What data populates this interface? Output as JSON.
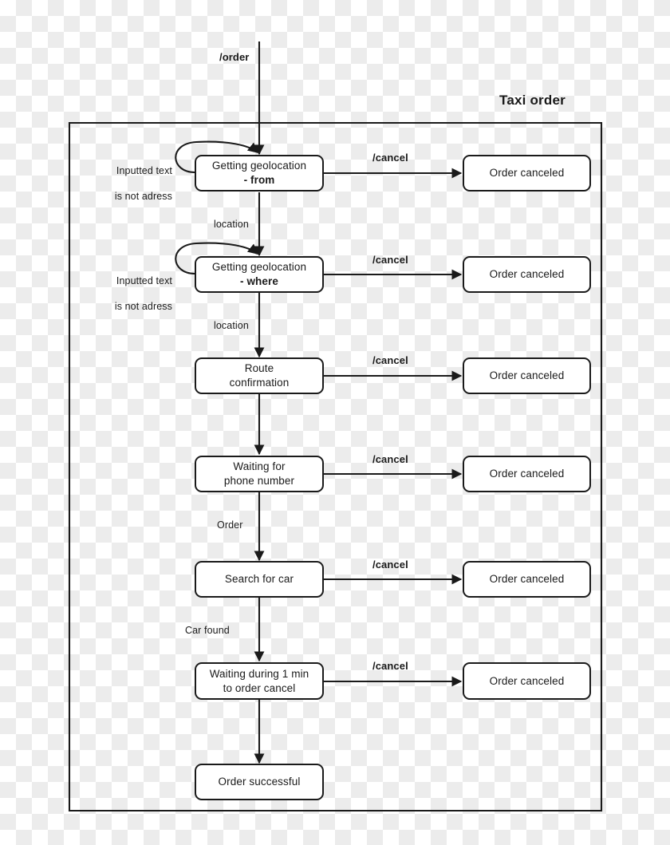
{
  "diagram": {
    "title": "Taxi order",
    "entry_label": "/order",
    "states": [
      {
        "id": "geo-from",
        "line1": "Getting geolocation",
        "line2": "- from"
      },
      {
        "id": "geo-where",
        "line1": "Getting geolocation",
        "line2": "- where"
      },
      {
        "id": "route-confirm",
        "line1": "Route",
        "line2": "confirmation"
      },
      {
        "id": "wait-phone",
        "line1": "Waiting for",
        "line2": "phone number"
      },
      {
        "id": "search-car",
        "line1": "Search for car",
        "line2": ""
      },
      {
        "id": "wait-1min",
        "line1": "Waiting during 1 min",
        "line2": "to order cancel"
      },
      {
        "id": "order-success",
        "line1": "Order successful",
        "line2": ""
      }
    ],
    "cancel_states": [
      {
        "id": "order-canceled-1",
        "text": "Order canceled"
      },
      {
        "id": "order-canceled-2",
        "text": "Order canceled"
      },
      {
        "id": "order-canceled-3",
        "text": "Order canceled"
      },
      {
        "id": "order-canceled-4",
        "text": "Order canceled"
      },
      {
        "id": "order-canceled-5",
        "text": "Order canceled"
      },
      {
        "id": "order-canceled-6",
        "text": "Order canceled"
      }
    ],
    "cancel_labels": [
      {
        "id": "cancel-1",
        "text": "/cancel"
      },
      {
        "id": "cancel-2",
        "text": "/cancel"
      },
      {
        "id": "cancel-3",
        "text": "/cancel"
      },
      {
        "id": "cancel-4",
        "text": "/cancel"
      },
      {
        "id": "cancel-5",
        "text": "/cancel"
      },
      {
        "id": "cancel-6",
        "text": "/cancel"
      }
    ],
    "self_loop_labels": [
      {
        "id": "loop-1",
        "line1": "Inputted text",
        "line2": "is not adress"
      },
      {
        "id": "loop-2",
        "line1": "Inputted text",
        "line2": "is not adress"
      }
    ],
    "transition_labels": [
      {
        "id": "t-location-1",
        "text": "location"
      },
      {
        "id": "t-location-2",
        "text": "location"
      },
      {
        "id": "t-order",
        "text": "Order"
      },
      {
        "id": "t-car-found",
        "text": "Car found"
      }
    ],
    "colors": {
      "stroke": "#1a1a1a",
      "node_fill": "#ffffff",
      "text": "#1a1a1a",
      "checker_light": "#ffffff",
      "checker_dark": "#ececec"
    }
  }
}
